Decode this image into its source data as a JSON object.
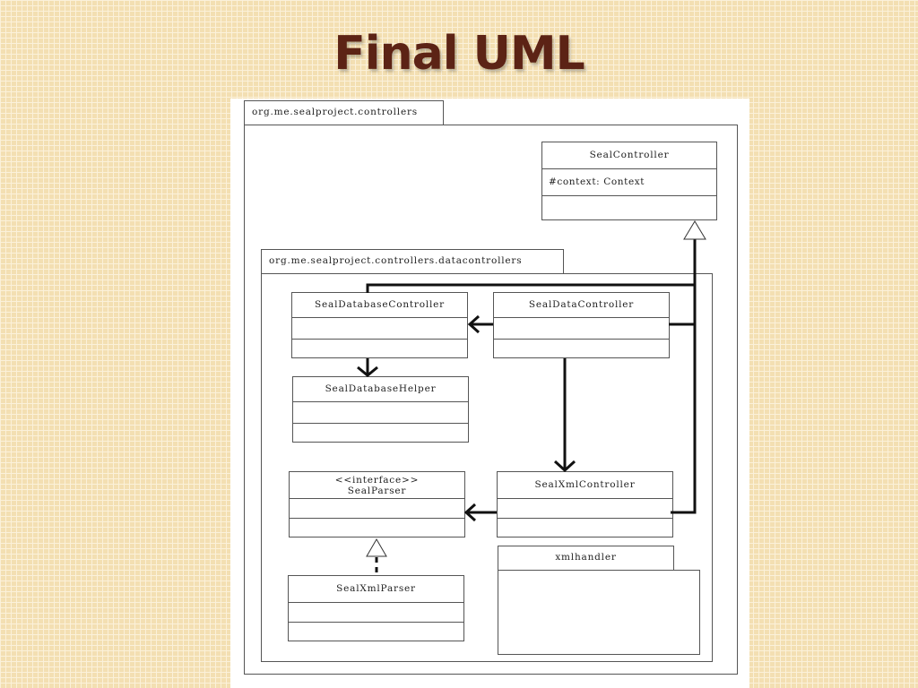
{
  "slide": {
    "title": "Final UML"
  },
  "diagram": {
    "outer_package": {
      "name": "org.me.sealproject.controllers"
    },
    "inner_package": {
      "name": "org.me.sealproject.controllers.datacontrollers"
    },
    "xml_package": {
      "name": "xmlhandler"
    },
    "classes": {
      "seal_controller": {
        "name": "SealController",
        "attribute": "#context: Context"
      },
      "seal_database_controller": {
        "name": "SealDatabaseController"
      },
      "seal_data_controller": {
        "name": "SealDataController"
      },
      "seal_database_helper": {
        "name": "SealDatabaseHelper"
      },
      "seal_parser": {
        "stereotype": "<<interface>>",
        "name": "SealParser"
      },
      "seal_xml_controller": {
        "name": "SealXmlController"
      },
      "seal_xml_parser": {
        "name": "SealXmlParser"
      }
    },
    "relationships": [
      {
        "from": "SealDatabaseController",
        "to": "SealController",
        "type": "generalization"
      },
      {
        "from": "SealDataController",
        "to": "SealController",
        "type": "generalization"
      },
      {
        "from": "SealXmlController",
        "to": "SealController",
        "type": "generalization"
      },
      {
        "from": "SealDataController",
        "to": "SealDatabaseController",
        "type": "association"
      },
      {
        "from": "SealDatabaseController",
        "to": "SealDatabaseHelper",
        "type": "association"
      },
      {
        "from": "SealDataController",
        "to": "SealXmlController",
        "type": "association"
      },
      {
        "from": "SealXmlController",
        "to": "SealParser",
        "type": "association"
      },
      {
        "from": "SealXmlParser",
        "to": "SealParser",
        "type": "realization"
      }
    ]
  }
}
